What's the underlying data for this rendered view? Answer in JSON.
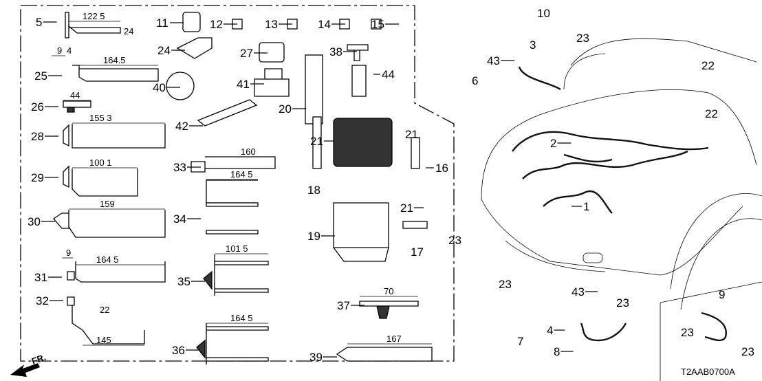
{
  "diagram_code": "T2AAB0700A",
  "direction_label": "FR.",
  "callouts": [
    "5",
    "25",
    "26",
    "28",
    "29",
    "30",
    "31",
    "32",
    "11",
    "12",
    "13",
    "14",
    "15",
    "24",
    "27",
    "38",
    "40",
    "41",
    "44",
    "20",
    "42",
    "21",
    "21",
    "16",
    "18",
    "33",
    "34",
    "35",
    "36",
    "19",
    "21",
    "17",
    "37",
    "39",
    "10",
    "3",
    "43",
    "23",
    "6",
    "22",
    "22",
    "2",
    "1",
    "23",
    "23",
    "43",
    "23",
    "9",
    "4",
    "7",
    "8",
    "23",
    "23"
  ],
  "dimensions": [
    "122 5",
    "24",
    "9",
    "4",
    "164.5",
    "44",
    "155 3",
    "100 1",
    "159",
    "9",
    "164 5",
    "22",
    "145",
    "160",
    "164 5",
    "101 5",
    "164 5",
    "70",
    "167"
  ]
}
